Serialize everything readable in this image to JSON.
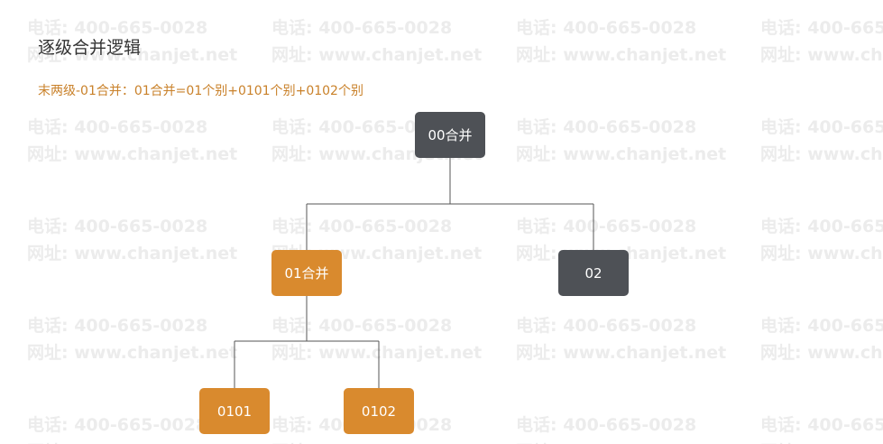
{
  "watermark": {
    "phone": "电话: 400-665-0028",
    "site": "网址: www.chanjet.net"
  },
  "title": "逐级合并逻辑",
  "subtitle": "末两级-01合并：01合并=01个别+0101个别+0102个别",
  "nodes": {
    "root": "00合并",
    "n01": "01合并",
    "n02": "02",
    "n0101": "0101",
    "n0102": "0102"
  },
  "colors": {
    "dark_node": "#4e5156",
    "orange_node": "#d98a2e",
    "subtitle": "#c9812a",
    "connector": "#555555"
  }
}
